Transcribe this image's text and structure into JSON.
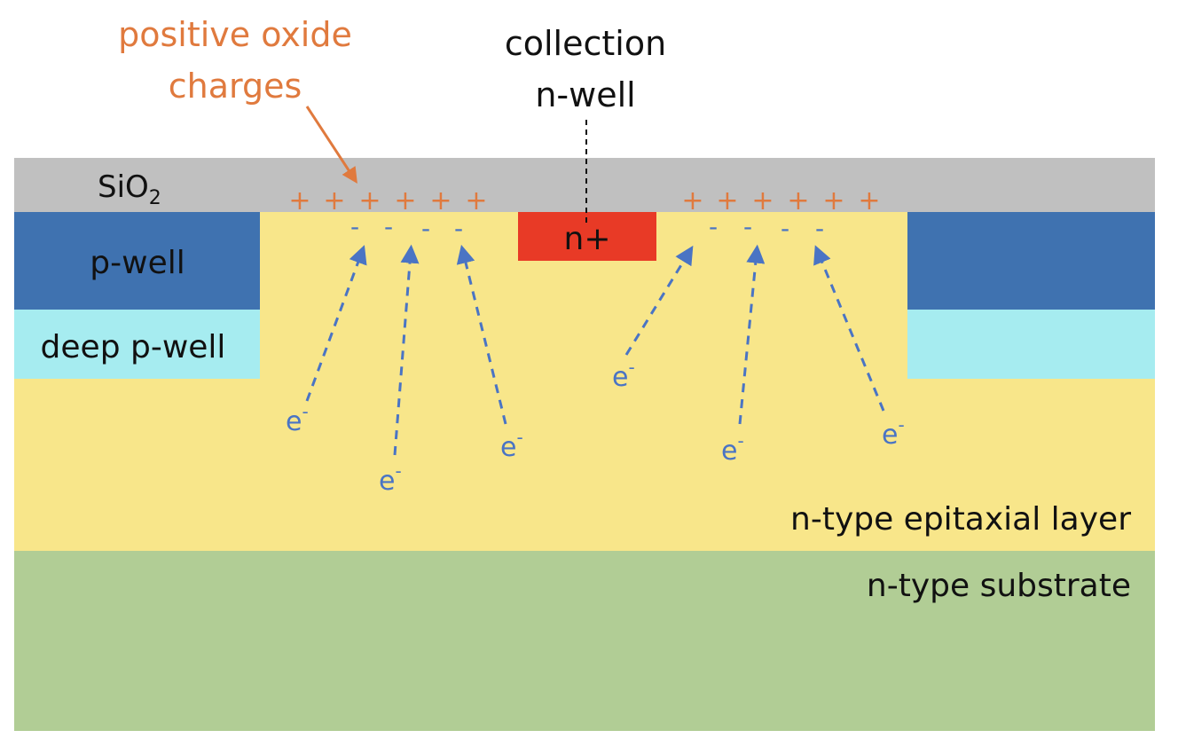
{
  "labels": {
    "oxide_charge_line1": "positive oxide",
    "oxide_charge_line2": "charges",
    "collection_line1": "collection",
    "collection_line2": "n-well",
    "sio2_main": "SiO",
    "sio2_sub": "2",
    "p_well": "p-well",
    "deep_p_well": "deep p-well",
    "n_plus": "n+",
    "epi_layer": "n-type epitaxial layer",
    "substrate": "n-type substrate",
    "electron_base": "e",
    "electron_sup": "-",
    "plus_sign": "+",
    "minus_sign": "-"
  },
  "colors": {
    "oxide": "#c0c0c0",
    "p_well": "#3f72b0",
    "deep_p_well": "#a6ecf0",
    "epi": "#f8e68a",
    "substrate": "#b1cd95",
    "n_plus": "#e83a26",
    "orange_text": "#e07a3e",
    "arrow_blue": "#4a74c4",
    "black_text": "#111111"
  }
}
